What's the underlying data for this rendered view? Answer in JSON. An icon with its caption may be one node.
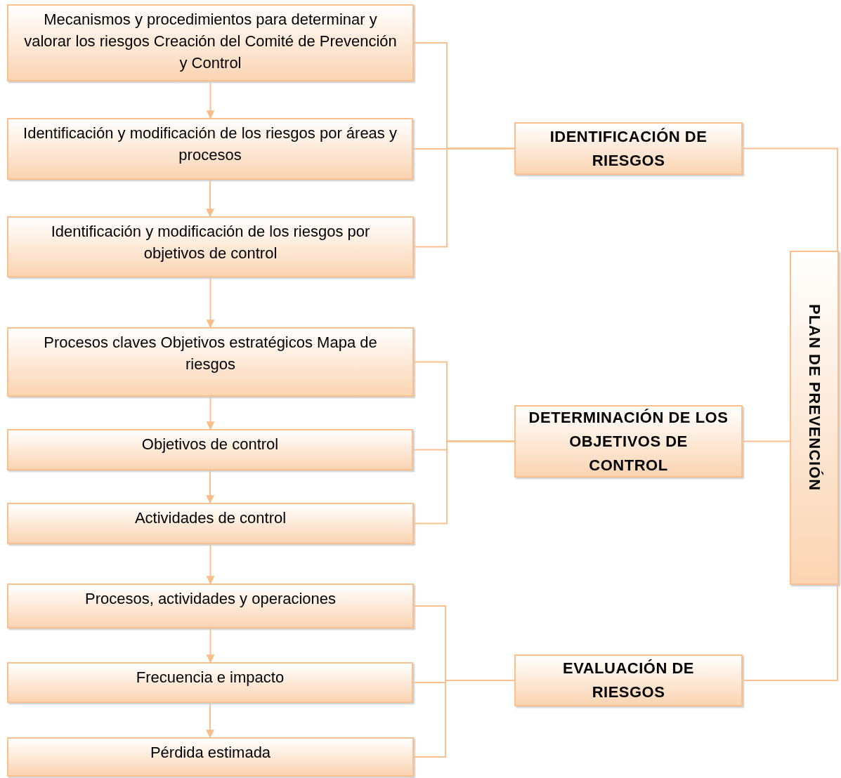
{
  "diagram": {
    "nodes": [
      {
        "text": [
          "Mecanismos y procedimientos para determinar y valorar los riesgos Creación del Comité de Prevención y Control"
        ]
      },
      {
        "text": [
          "Identificación y modificación de los riesgos por áreas y procesos"
        ]
      },
      {
        "text": [
          "Identificación y modificación de los riesgos por objetivos de control"
        ]
      },
      {
        "text": [
          "Procesos claves Objetivos estratégicos Mapa de riesgos"
        ]
      },
      {
        "text": [
          "Objetivos de control"
        ]
      },
      {
        "text": [
          "Actividades de control"
        ]
      },
      {
        "text": [
          "Procesos, actividades y operaciones"
        ]
      },
      {
        "text": [
          "Frecuencia e impacto"
        ]
      },
      {
        "text": [
          "Pérdida estimada"
        ]
      },
      {
        "text": [
          "IDENTIFICACIÓN DE RIESGOS"
        ]
      },
      {
        "text": [
          "DETERMINACIÓN DE LOS OBJETIVOS DE CONTROL"
        ]
      },
      {
        "text": [
          "EVALUACIÓN DE RIESGOS"
        ]
      },
      {
        "text": [
          "PLAN DE PREVENCIÓN"
        ]
      }
    ],
    "edges": [
      {
        "from": 0,
        "to": 1,
        "arrow": "to"
      },
      {
        "from": 1,
        "to": 2,
        "arrow": "to"
      },
      {
        "from": 2,
        "to": 3,
        "arrow": "to"
      },
      {
        "from": 3,
        "to": 4,
        "arrow": "to"
      },
      {
        "from": 4,
        "to": 5,
        "arrow": "to"
      },
      {
        "from": 5,
        "to": 6,
        "arrow": "to"
      },
      {
        "from": 6,
        "to": 7,
        "arrow": "to"
      },
      {
        "from": 7,
        "to": 8,
        "arrow": "to"
      },
      {
        "from": 0,
        "to": 9,
        "arrow": "none"
      },
      {
        "from": 1,
        "to": 9,
        "arrow": "none"
      },
      {
        "from": 2,
        "to": 9,
        "arrow": "none"
      },
      {
        "from": 3,
        "to": 10,
        "arrow": "none"
      },
      {
        "from": 4,
        "to": 10,
        "arrow": "none"
      },
      {
        "from": 5,
        "to": 10,
        "arrow": "none"
      },
      {
        "from": 6,
        "to": 11,
        "arrow": "none"
      },
      {
        "from": 7,
        "to": 11,
        "arrow": "none"
      },
      {
        "from": 8,
        "to": 11,
        "arrow": "none"
      },
      {
        "from": 9,
        "to": 12,
        "arrow": "none"
      },
      {
        "from": 10,
        "to": 12,
        "arrow": "none"
      },
      {
        "from": 11,
        "to": 12,
        "arrow": "none"
      }
    ]
  }
}
